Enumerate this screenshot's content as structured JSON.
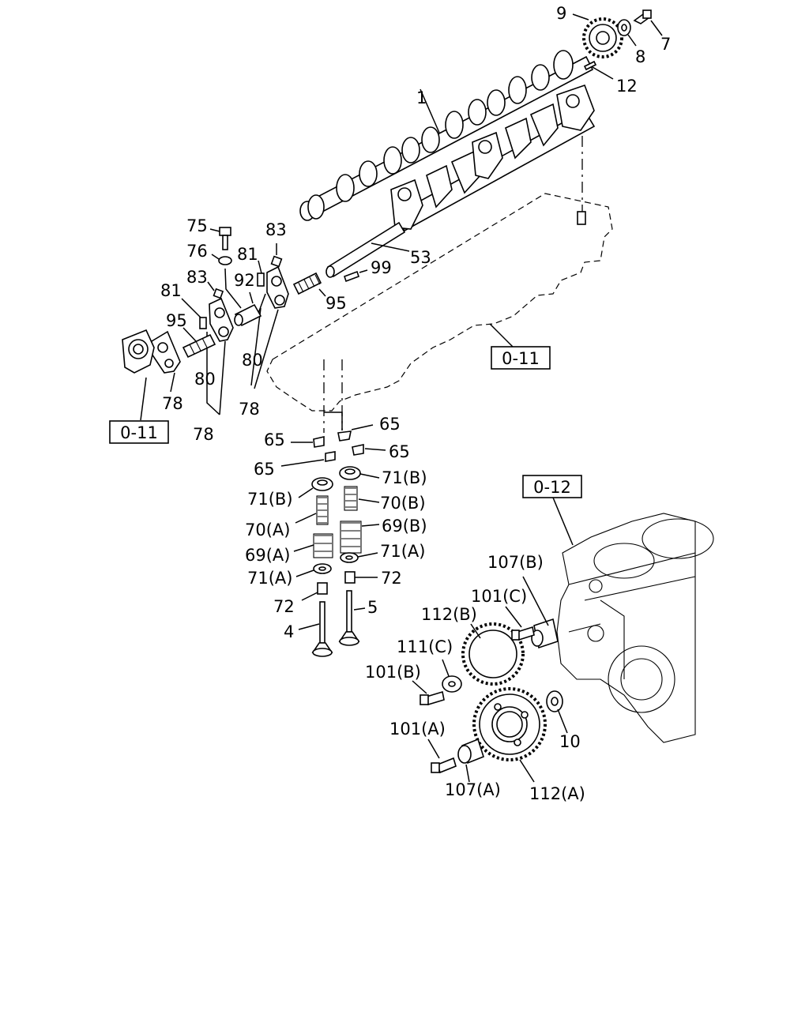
{
  "callouts": {
    "c1": "1",
    "c4": "4",
    "c5": "5",
    "c7": "7",
    "c8": "8",
    "c9": "9",
    "c10": "10",
    "c12": "12",
    "c53": "53",
    "c65a": "65",
    "c65b": "65",
    "c65c": "65",
    "c65d": "65",
    "c69a": "69(A)",
    "c69b": "69(B)",
    "c70a": "70(A)",
    "c70b": "70(B)",
    "c71a_l": "71(A)",
    "c71a_r": "71(A)",
    "c71b_l": "71(B)",
    "c71b_r": "71(B)",
    "c72a": "72",
    "c72b": "72",
    "c75": "75",
    "c76": "76",
    "c78a": "78",
    "c78b": "78",
    "c78c": "78",
    "c80a": "80",
    "c80b": "80",
    "c81a": "81",
    "c81b": "81",
    "c83a": "83",
    "c83b": "83",
    "c92": "92",
    "c95a": "95",
    "c95b": "95",
    "c99": "99",
    "c101a": "101(A)",
    "c101b": "101(B)",
    "c101c": "101(C)",
    "c107a": "107(A)",
    "c107b": "107(B)",
    "c111c": "111(C)",
    "c112a": "112(A)",
    "c112b": "112(B)"
  },
  "refs": {
    "r011_right": "0-11",
    "r011_left": "0-11",
    "r012": "0-12"
  }
}
